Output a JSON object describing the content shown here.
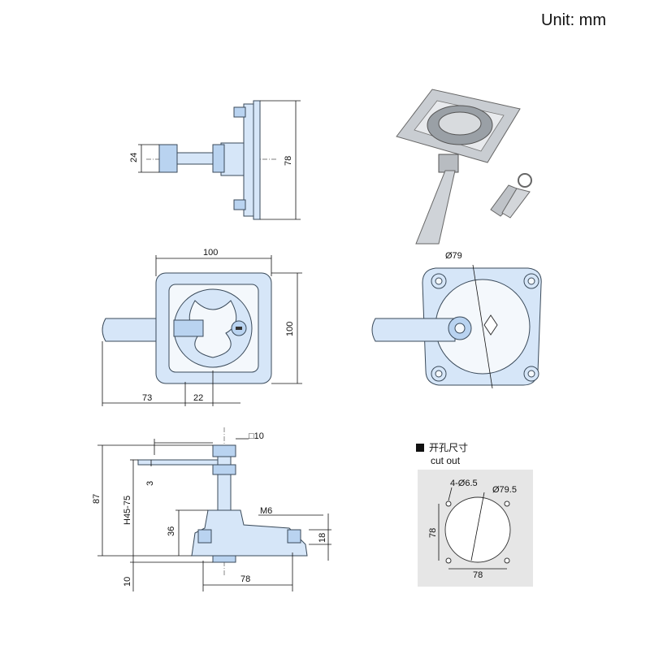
{
  "unit_label": "Unit:  mm",
  "side_view": {
    "dim_24": "24",
    "dim_78": "78"
  },
  "front_view": {
    "dim_100_w": "100",
    "dim_100_h": "100",
    "dim_73": "73",
    "dim_22": "22"
  },
  "back_view": {
    "dim_phi79": "Ø79"
  },
  "section_view": {
    "dim_sq10": "□10",
    "dim_87": "87",
    "dim_h": "H45-75",
    "dim_3": "3",
    "dim_36": "36",
    "dim_m6": "M6",
    "dim_18": "18",
    "dim_10": "10",
    "dim_78": "78"
  },
  "cutout": {
    "title_cn": "开孔尺寸",
    "title_en": "cut out",
    "dim_holes": "4-Ø6.5",
    "dim_phi": "Ø79.5",
    "dim_78_v": "78",
    "dim_78_h": "78"
  },
  "colors": {
    "part_fill": "#d6e6f8",
    "part_fill_dark": "#b9d3f0",
    "outline": "#3a4a5a",
    "cutout_bg": "#e6e6e6"
  }
}
